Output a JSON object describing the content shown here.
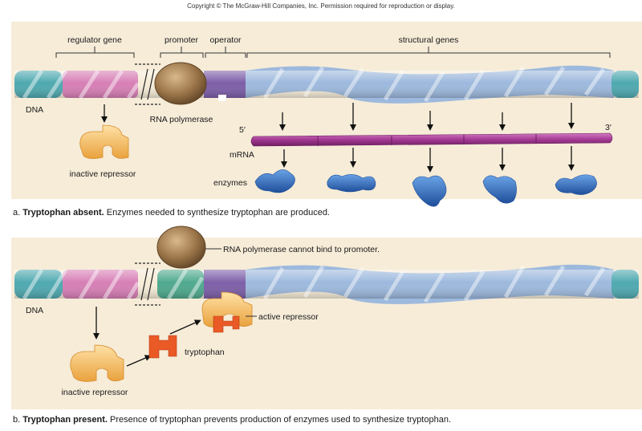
{
  "copyright": "Copyright © The McGraw-Hill Companies, Inc. Permission required for reproduction or display.",
  "panel_a": {
    "labels": {
      "regulator_gene": "regulator gene",
      "promoter": "promoter",
      "operator": "operator",
      "structural_genes": "structural genes",
      "dna": "DNA",
      "rna_polymerase": "RNA polymerase",
      "inactive_repressor": "inactive repressor",
      "five_prime": "5′",
      "three_prime": "3′",
      "mrna": "mRNA",
      "enzymes": "enzymes"
    },
    "caption_prefix": "a. ",
    "caption_bold": "Tryptophan absent.",
    "caption_rest": " Enzymes needed to synthesize tryptophan are produced."
  },
  "panel_b": {
    "labels": {
      "rna_polymerase_cannot_bind": "RNA polymerase cannot bind to promoter.",
      "dna": "DNA",
      "active_repressor": "active repressor",
      "tryptophan": "tryptophan",
      "inactive_repressor": "inactive repressor"
    },
    "caption_prefix": "b. ",
    "caption_bold": "Tryptophan present.",
    "caption_rest": "  Presence of tryptophan prevents production of enzymes used to synthesize tryptophan."
  },
  "colors": {
    "panel_bg": "#f6ecd8",
    "regulator": "#d77fb6",
    "promoter": "#4fa98e",
    "operator": "#7d5fa8",
    "structural": "#9db9dd",
    "dna_end": "#4fa9b0",
    "mrna": "#a33a92",
    "enzyme": "#2f6cc0",
    "repressor": "#f4b85a",
    "tryptophan": "#ea5a26",
    "polymerase": "#9a7448"
  }
}
